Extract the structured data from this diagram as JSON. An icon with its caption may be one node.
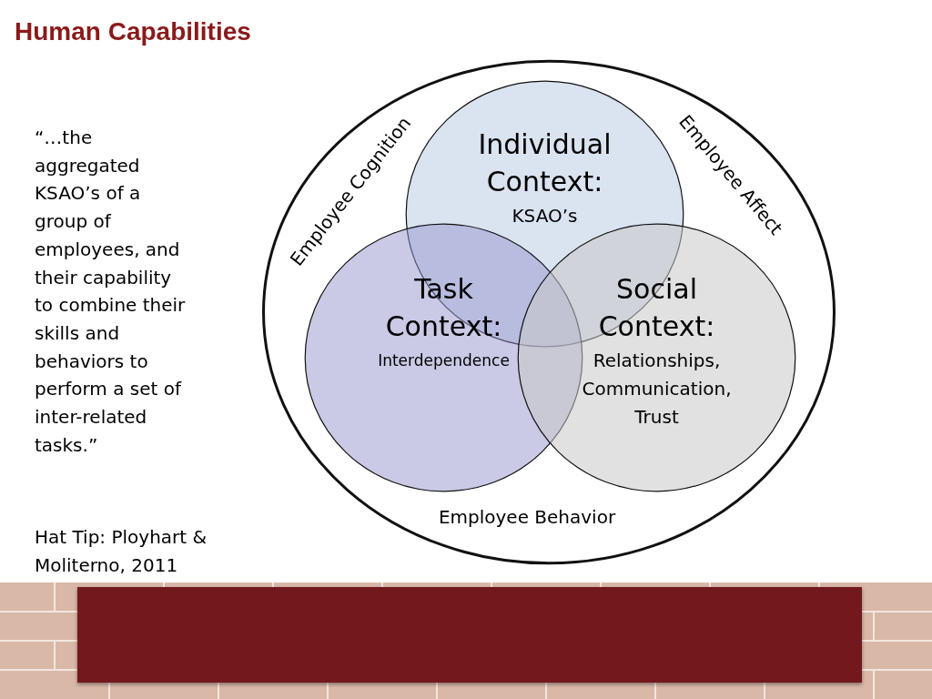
{
  "diagram": {
    "title": "Human Capabilities",
    "nodes": [
      {
        "text": [
          "Employee Cognition",
          "Employee Affect",
          "Employee Behavior"
        ]
      },
      {
        "text": [
          "Individual Context:",
          "KSAO’s"
        ],
        "in": 0
      },
      {
        "text": [
          "Task Context:",
          "Interdependence"
        ],
        "in": 0
      },
      {
        "text": [
          "Social Context:",
          "Relationships, Communication, Trust"
        ],
        "in": 0
      }
    ],
    "labels": [
      "“…the aggregated KSAO’s of a group of employees, and their capability to combine their skills and behaviors to perform a set of inter-related tasks.”",
      "Hat Tip: Ployhart & Moliterno, 2011"
    ]
  }
}
